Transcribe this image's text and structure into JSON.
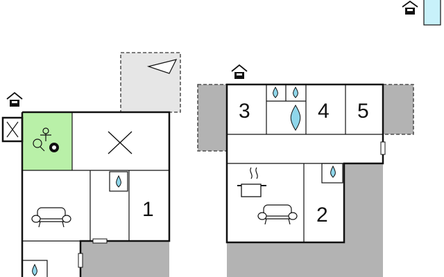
{
  "diagram": {
    "rooms": {
      "left": {
        "bedroom_1": "1"
      },
      "right": {
        "bedroom_2": "2",
        "bedroom_3": "3",
        "bedroom_4": "4",
        "bedroom_5": "5"
      }
    },
    "icons": {
      "entrance": "house-entrance-icon",
      "bathroom": "water-drop-icon",
      "living": "sofa-icon",
      "kitchen": "cooking-pot-icon",
      "games": "table-tennis-billiards-icon",
      "open_space": "cross-icon",
      "legend_pool": "pool-icon"
    },
    "colors": {
      "wall": "#111111",
      "outdoor": "#b3b3b3",
      "terrace": "#e6e6e6",
      "games_room": "#b9f0a8",
      "water": "#8fd6ea",
      "pool_legend": "#c8f1fa"
    }
  }
}
